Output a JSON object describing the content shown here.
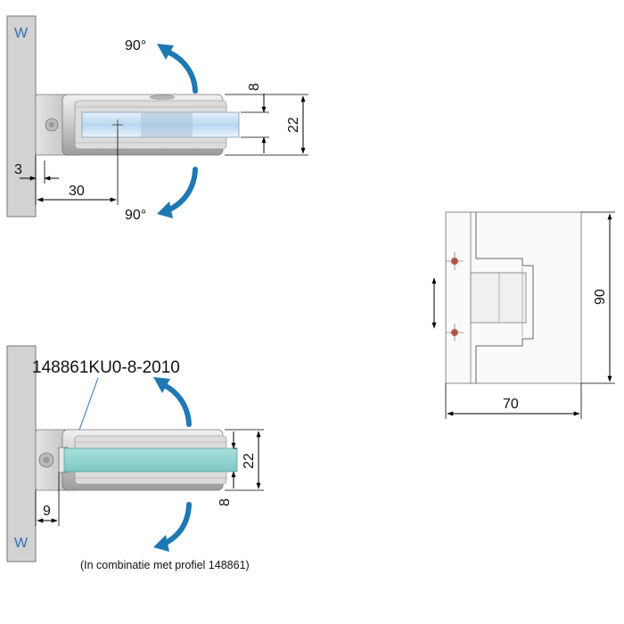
{
  "top_view": {
    "wall_label": "W",
    "angle_top": "90°",
    "angle_bottom": "90°",
    "dim_thickness": "8",
    "dim_height": "22",
    "dim_offset": "3",
    "dim_pivot": "30"
  },
  "bottom_view": {
    "wall_label": "W",
    "part_code": "148861KU0-8-2010",
    "dim_height": "22",
    "dim_thickness": "8",
    "dim_offset": "9",
    "note": "(In combinatie met profiel 148861)"
  },
  "front_view": {
    "dim_width": "70",
    "dim_height": "90"
  },
  "colors": {
    "arrow_blue": "#1e78b4",
    "glass_top": "#cfe3f3",
    "glass_bottom": "#8fd3cf",
    "wall_gray": "#d2d2d2",
    "wall_label_blue": "#2f6fb3",
    "hole_red": "#c0392b"
  }
}
